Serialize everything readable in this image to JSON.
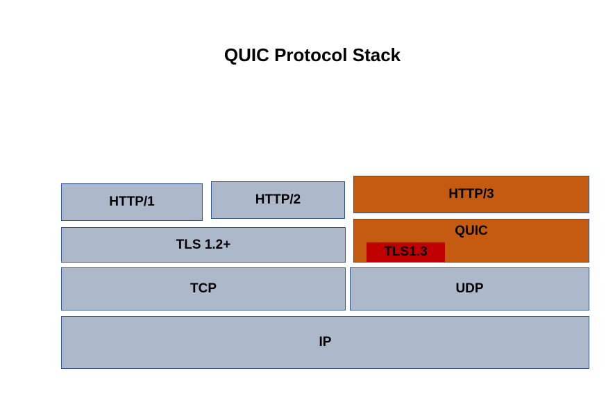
{
  "title": "QUIC Protocol Stack",
  "layers": {
    "http1": "HTTP/1",
    "http2": "HTTP/2",
    "http3": "HTTP/3",
    "tls12": "TLS 1.2+",
    "quic": "QUIC",
    "tls13": "TLS1.3",
    "tcp": "TCP",
    "udp": "UDP",
    "ip": "IP"
  },
  "colors": {
    "legacy_fill": "#adb9ca",
    "quic_fill": "#c55a11",
    "tls13_fill": "#c00000",
    "border": "#2f5597"
  }
}
